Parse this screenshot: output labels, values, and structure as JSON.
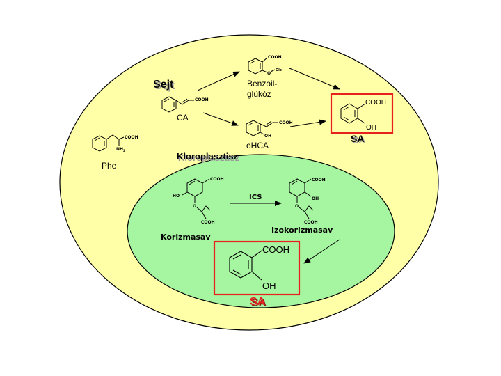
{
  "colors": {
    "cell_fill": "#FFFFA8",
    "chloroplast_fill": "#A6F5A0",
    "highlight_box": "#E8201E",
    "sa_red": "#E8201E"
  },
  "compartments": {
    "cell": "Sejt",
    "chloroplast": "Kloroplasztisz"
  },
  "compounds": {
    "phe": "Phe",
    "ca": "CA",
    "benzoyl_line1": "Benzoil-",
    "benzoyl_line2": "glükóz",
    "ohca": "oHCA",
    "sa_cell": "SA",
    "chorismate": "Korizmasav",
    "isochorismate": "Izokorizmasav",
    "sa_chloroplast": "SA"
  },
  "enzymes": {
    "ics": "ICS"
  },
  "groups": {
    "cooh": "COOH",
    "oh": "OH",
    "nh2": "NH",
    "nh2_sub": "2",
    "ho": "HO",
    "glc": "Glc"
  }
}
